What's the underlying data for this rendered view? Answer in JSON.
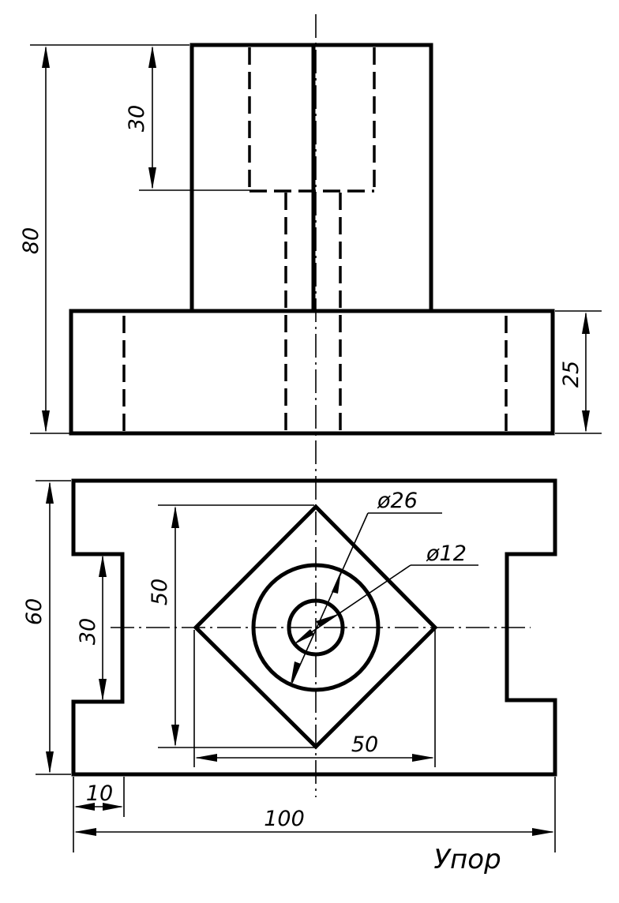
{
  "title": "Упор",
  "dimensions": {
    "front_height_total": "80",
    "front_counterbore_depth": "30",
    "front_base_height": "25",
    "top_depth": "60",
    "top_slot_width": "30",
    "top_square_height": "50",
    "top_square_width": "50",
    "top_outer_diameter": "ø26",
    "top_inner_diameter": "ø12",
    "top_slot_depth": "10",
    "top_total_width": "100"
  }
}
